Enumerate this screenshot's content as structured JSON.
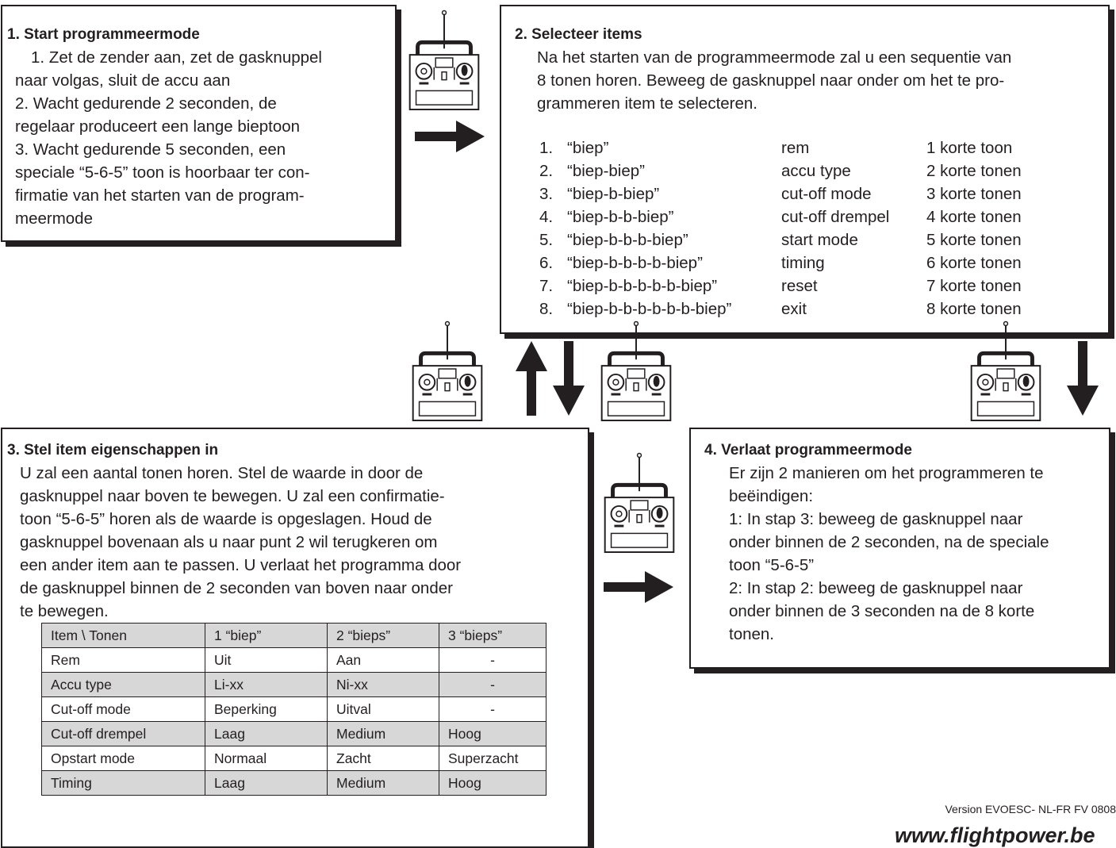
{
  "step1": {
    "title": "1. Start programmeermode",
    "lines": [
      "1. Zet de zender aan, zet de gasknuppel",
      "naar volgas, sluit de accu aan",
      "2. Wacht gedurende 2 seconden, de",
      "regelaar produceert een lange bieptoon",
      "3. Wacht gedurende 5 seconden, een",
      "speciale “5-6-5” toon is hoorbaar ter con-",
      "firmatie van het starten van de program-",
      "meermode"
    ]
  },
  "step2": {
    "title": "2. Selecteer items",
    "lines": [
      "Na het starten van de programmeermode zal u een sequentie van",
      "8 tonen horen. Beweeg de gasknuppel naar onder om het te pro-",
      "grammeren item te selecteren."
    ],
    "items": [
      {
        "num": "1.",
        "sound": "“biep”",
        "name": "rem",
        "tones": "1 korte toon"
      },
      {
        "num": "2.",
        "sound": "“biep-biep”",
        "name": "accu type",
        "tones": "2 korte tonen"
      },
      {
        "num": "3.",
        "sound": "“biep-b-biep”",
        "name": "cut-off mode",
        "tones": "3 korte tonen"
      },
      {
        "num": "4.",
        "sound": "“biep-b-b-biep”",
        "name": "cut-off drempel",
        "tones": "4 korte tonen"
      },
      {
        "num": "5.",
        "sound": "“biep-b-b-b-biep”",
        "name": "start mode",
        "tones": "5 korte tonen"
      },
      {
        "num": "6.",
        "sound": "“biep-b-b-b-b-biep”",
        "name": "timing",
        "tones": "6 korte tonen"
      },
      {
        "num": "7.",
        "sound": "“biep-b-b-b-b-b-biep”",
        "name": "reset",
        "tones": "7 korte tonen"
      },
      {
        "num": "8.",
        "sound": "“biep-b-b-b-b-b-b-biep”",
        "name": "exit",
        "tones": "8 korte tonen"
      }
    ]
  },
  "step3": {
    "title": "3. Stel item eigenschappen in",
    "lines": [
      "U zal een aantal tonen horen. Stel de waarde in door de",
      "gasknuppel naar boven te bewegen. U zal een confirmatie-",
      "toon “5-6-5” horen als de waarde is opgeslagen. Houd de",
      "gasknuppel bovenaan als u naar punt 2 wil terugkeren om",
      "een ander item aan te passen. U verlaat het programma door",
      "de gasknuppel binnen de 2 seconden van boven naar onder",
      "te bewegen."
    ],
    "table": {
      "headers": [
        "Item \\ Tonen",
        "1 “biep”",
        "2 “bieps”",
        "3 “bieps”"
      ],
      "rows": [
        [
          "Rem",
          "Uit",
          "Aan",
          "-"
        ],
        [
          "Accu type",
          "Li-xx",
          "Ni-xx",
          "-"
        ],
        [
          "Cut-off mode",
          "Beperking",
          "Uitval",
          "-"
        ],
        [
          "Cut-off drempel",
          "Laag",
          "Medium",
          "Hoog"
        ],
        [
          "Opstart mode",
          "Normaal",
          "Zacht",
          "Superzacht"
        ],
        [
          "Timing",
          "Laag",
          "Medium",
          "Hoog"
        ]
      ]
    }
  },
  "step4": {
    "title": "4. Verlaat programmeermode",
    "lines": [
      "Er zijn 2 manieren om het programmeren te",
      "beëindigen:",
      "1: In stap 3: beweeg de gasknuppel naar",
      "onder binnen de 2 seconden, na de speciale",
      "toon “5-6-5”",
      "2: In stap 2: beweeg de gasknuppel naar",
      "onder binnen de 3 seconden na de 8 korte",
      "tonen."
    ]
  },
  "footer": {
    "version": "Version EVOESC- NL-FR FV 0808",
    "url": "www.flightpower.be"
  },
  "icons": {
    "transmitter": "transmitter-icon",
    "arrow": "arrow-icon"
  }
}
